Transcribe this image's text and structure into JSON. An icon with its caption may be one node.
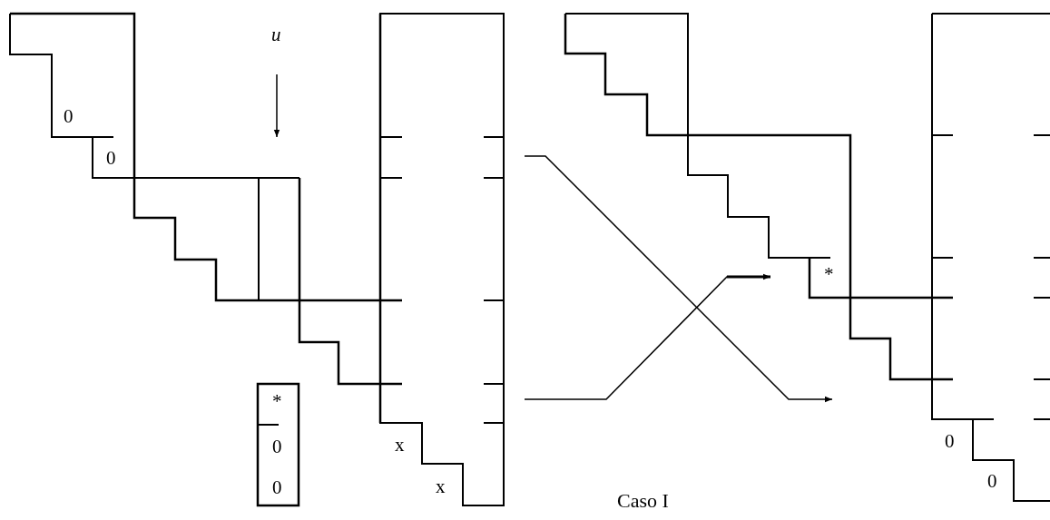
{
  "diagram": {
    "caption": "Caso I",
    "labels": [
      "u",
      "0",
      "0",
      "*",
      "0",
      "0",
      "x",
      "x",
      "*",
      "0",
      "0"
    ]
  }
}
